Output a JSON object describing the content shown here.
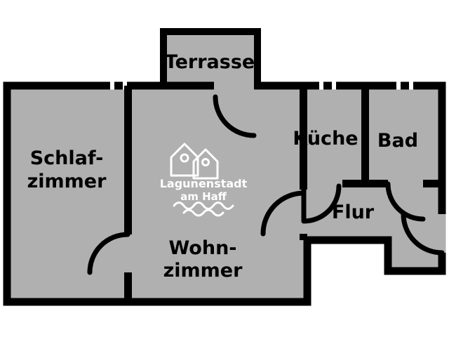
{
  "rooms": {
    "terrasse": {
      "label": "Terrasse"
    },
    "schlafzimmer": {
      "line1": "Schlaf-",
      "line2": "zimmer"
    },
    "kueche": {
      "label": "Küche"
    },
    "bad": {
      "label": "Bad"
    },
    "flur": {
      "label": "Flur"
    },
    "wohnzimmer": {
      "line1": "Wohn-",
      "line2": "zimmer"
    }
  },
  "logo": {
    "line1": "Lagunenstadt",
    "line2": "am Haff"
  },
  "colors": {
    "floor_fill": "#b0b0b0",
    "wall": "#000000",
    "background": "#ffffff",
    "logo": "#ffffff",
    "label_text": "#000000"
  }
}
